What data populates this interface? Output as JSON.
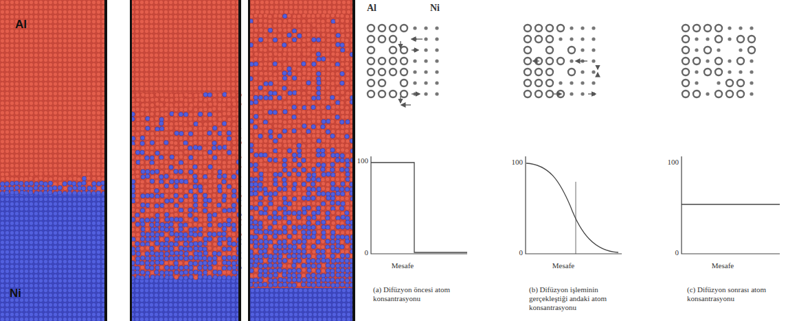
{
  "diagram": {
    "labels": [
      "Al",
      "Ni",
      "Al",
      "Ni",
      "100",
      "0",
      "Mesafe",
      "(a) Difüzyon öncesi atom konsantrasyonu",
      "100",
      "0",
      "Mesafe",
      "(b) Difüzyon işleminin gerçekleştiği andaki atom konsantrasyonu",
      "100",
      "0",
      "Mesafe",
      "(c) Difüzyon sonrası atom konsantrasyonu"
    ]
  }
}
